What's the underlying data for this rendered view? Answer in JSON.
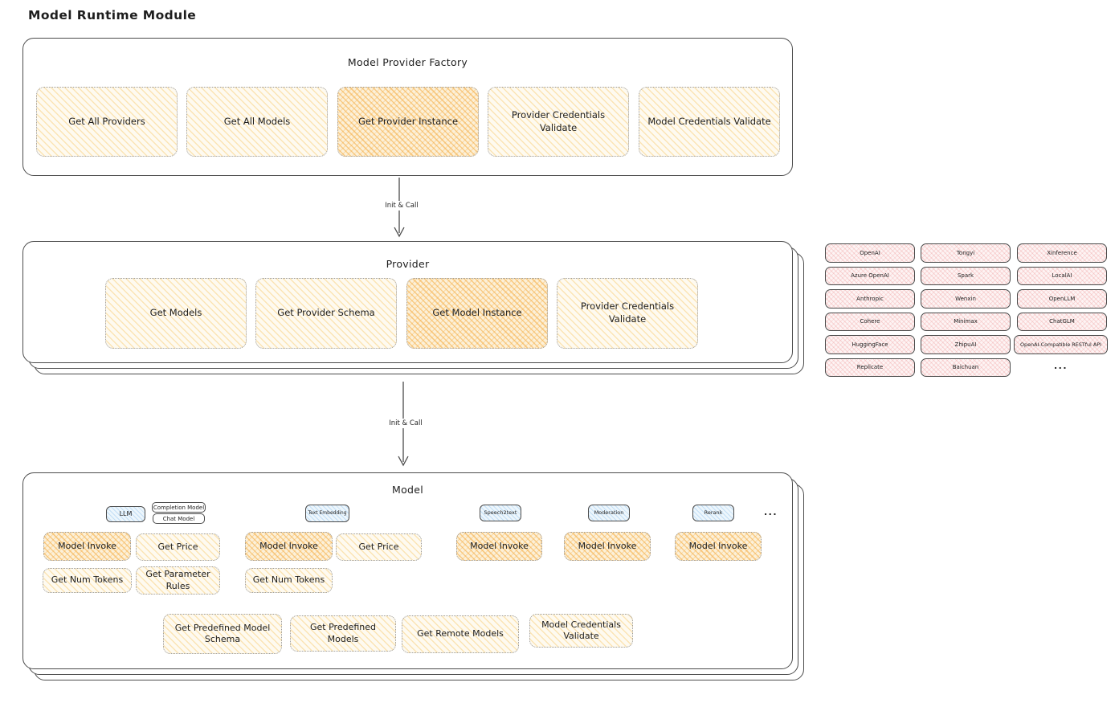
{
  "page_title": "Model Runtime Module",
  "colors": {
    "stroke": "#4c4c4c",
    "yellow_fill": "#fefaf0",
    "yellow_hatch": "#f7cd78",
    "orange_highlight": "#f5ac40",
    "pink_fill": "#fdf4f4",
    "pink_hatch": "#ee9696",
    "blue_fill": "#edf6fc",
    "blue_hatch": "#82b9eb"
  },
  "factory": {
    "title": "Model Provider Factory",
    "cells": [
      {
        "label": "Get All Providers",
        "highlight": false
      },
      {
        "label": "Get All Models",
        "highlight": false
      },
      {
        "label": "Get Provider Instance",
        "highlight": true
      },
      {
        "label": "Provider Credentials Validate",
        "highlight": false
      },
      {
        "label": "Model Credentials Validate",
        "highlight": false
      }
    ]
  },
  "arrow1_label": "Init & Call",
  "arrow2_label": "Init & Call",
  "provider": {
    "title": "Provider",
    "cells": [
      {
        "label": "Get Models",
        "highlight": false
      },
      {
        "label": "Get Provider Schema",
        "highlight": false
      },
      {
        "label": "Get Model Instance",
        "highlight": true
      },
      {
        "label": "Provider Credentials Validate",
        "highlight": false
      }
    ]
  },
  "provider_list": {
    "items": [
      "OpenAI",
      "Tongyi",
      "Xinference",
      "Azure OpenAI",
      "Spark",
      "LocalAI",
      "Anthropic",
      "Wenxin",
      "OpenLLM",
      "Cohere",
      "Minimax",
      "ChatGLM",
      "HuggingFace",
      "ZhipuAI",
      "OpenAI-Compatible RESTful API",
      "Replicate",
      "Baichuan"
    ],
    "more": "..."
  },
  "model": {
    "title": "Model",
    "more_tag": "...",
    "llm": {
      "tag": "LLM",
      "completion_tag": "Completion Model",
      "chat_tag": "Chat Model",
      "invoke": "Model Invoke",
      "get_price": "Get Price",
      "get_num_tokens": "Get Num Tokens",
      "get_parameter_rules": "Get Parameter Rules"
    },
    "text_embedding": {
      "tag": "Text Embedding",
      "invoke": "Model Invoke",
      "get_price": "Get Price",
      "get_num_tokens": "Get Num Tokens"
    },
    "speech2text": {
      "tag": "Speech2text",
      "invoke": "Model Invoke"
    },
    "moderation": {
      "tag": "Moderation",
      "invoke": "Model Invoke"
    },
    "rerank": {
      "tag": "Rerank",
      "invoke": "Model Invoke"
    },
    "common": {
      "get_predefined_model_schema": "Get Predefined Model Schema",
      "get_predefined_models": "Get Predefined Models",
      "get_remote_models": "Get Remote Models",
      "model_credentials_validate": "Model Credentials Validate"
    }
  }
}
